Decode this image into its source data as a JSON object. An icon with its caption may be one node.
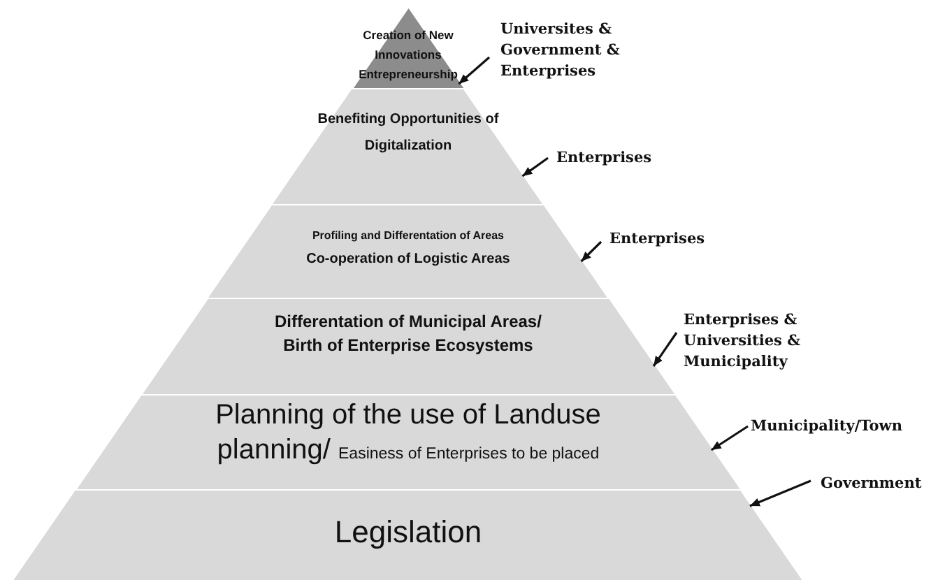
{
  "diagram": {
    "nodes": [
      {
        "text": [
          "Creation of New Innovations Entrepreneurship"
        ]
      },
      {
        "text": [
          "Benefiting Opportunities of Digitalization"
        ]
      },
      {
        "text": [
          "Profiling and Differentation of Areas",
          "Co-operation of Logistic Areas"
        ]
      },
      {
        "text": [
          "Differentation of Municipal Areas/ Birth of Enterprise Ecosystems"
        ]
      },
      {
        "text": [
          "Planning of the use of Landuse planning/",
          "Easiness of Enterprises to be placed"
        ]
      },
      {
        "text": [
          "Legislation"
        ]
      },
      {
        "text": [
          "Universites & Government & Enterprises"
        ]
      },
      {
        "text": [
          "Enterprises"
        ]
      },
      {
        "text": [
          "Enterprises"
        ]
      },
      {
        "text": [
          "Enterprises & Universities & Municipality"
        ]
      },
      {
        "text": [
          "Municipality/Town"
        ]
      },
      {
        "text": [
          "Government"
        ]
      }
    ],
    "edges": [
      {
        "from": 6,
        "to": 0,
        "arrow": "to"
      },
      {
        "from": 7,
        "to": 1,
        "arrow": "to"
      },
      {
        "from": 8,
        "to": 2,
        "arrow": "to"
      },
      {
        "from": 9,
        "to": 3,
        "arrow": "to"
      },
      {
        "from": 10,
        "to": 4,
        "arrow": "to"
      },
      {
        "from": 11,
        "to": 5,
        "arrow": "to"
      }
    ]
  }
}
